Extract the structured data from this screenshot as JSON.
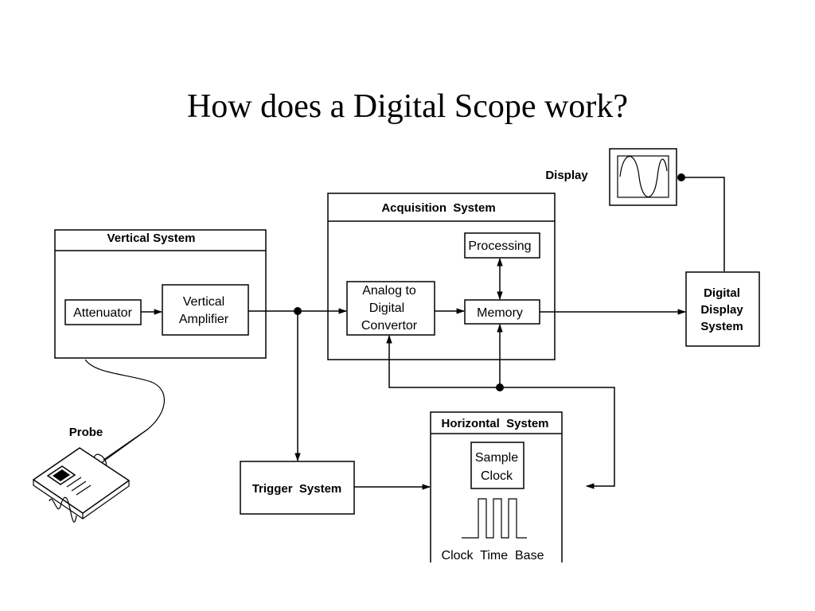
{
  "title": "How does a Digital Scope work?",
  "blocks": {
    "vertical_system": "Vertical System",
    "attenuator": "Attenuator",
    "vertical_amplifier": [
      "Vertical",
      "Amplifier"
    ],
    "acquisition_system": "Acquisition  System",
    "processing": "Processing",
    "adc": [
      "Analog to",
      "Digital",
      "Convertor"
    ],
    "memory": "Memory",
    "display": "Display",
    "digital_display_system": [
      "Digital",
      "Display",
      "System"
    ],
    "trigger_system": "Trigger  System",
    "horizontal_system": "Horizontal  System",
    "sample_clock": [
      "Sample",
      "Clock"
    ],
    "clock_time_base": "Clock  Time  Base",
    "probe": "Probe"
  }
}
